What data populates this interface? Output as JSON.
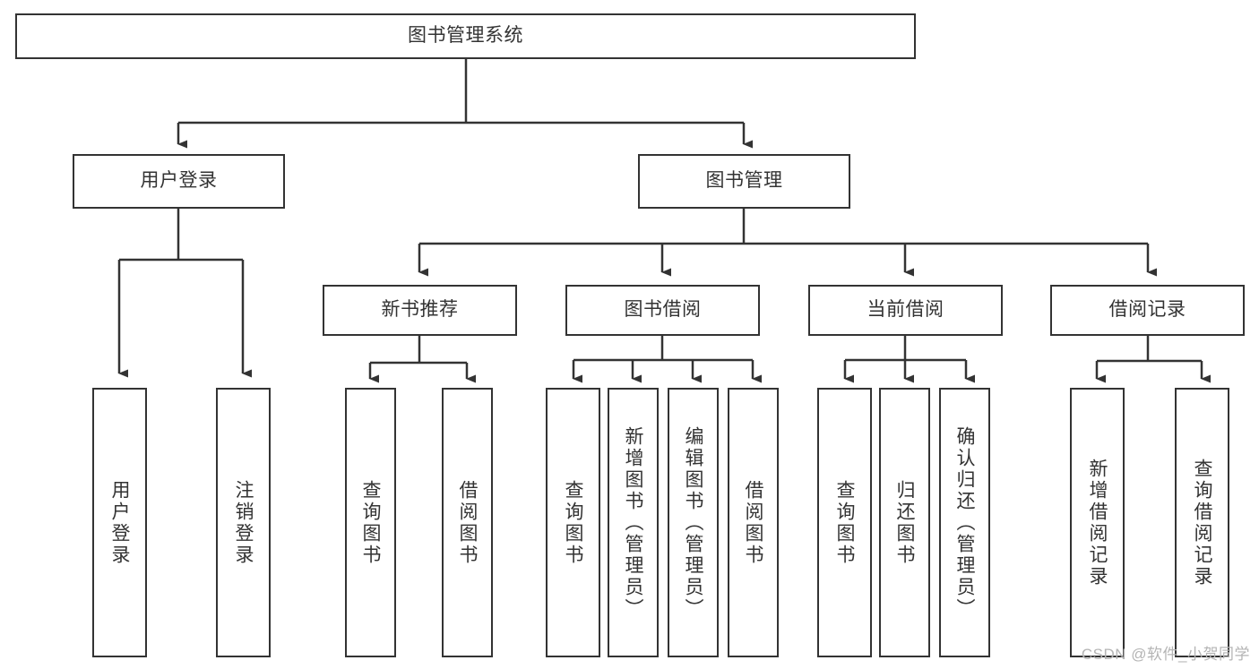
{
  "diagram": {
    "type": "tree-hierarchy",
    "title": "图书管理系统",
    "watermark": "CSDN @软件_小贺同学",
    "colors": {
      "box_border": "#333333",
      "box_fill": "#ffffff",
      "connector": "#333333",
      "text": "#333333",
      "watermark": "#b4b4b4",
      "background": "#ffffff"
    },
    "nodes": {
      "root": {
        "label": "图书管理系统",
        "orientation": "horizontal"
      },
      "level1": [
        {
          "label": "用户登录",
          "orientation": "horizontal"
        },
        {
          "label": "图书管理",
          "orientation": "horizontal"
        }
      ],
      "level2": [
        {
          "label": "新书推荐",
          "orientation": "horizontal"
        },
        {
          "label": "图书借阅",
          "orientation": "horizontal"
        },
        {
          "label": "当前借阅",
          "orientation": "horizontal"
        },
        {
          "label": "借阅记录",
          "orientation": "horizontal"
        }
      ],
      "leaves_user_login": [
        {
          "label": "用户登录",
          "orientation": "vertical"
        },
        {
          "label": "注销登录",
          "orientation": "vertical"
        }
      ],
      "leaves_new_book": [
        {
          "label": "查询图书",
          "orientation": "vertical"
        },
        {
          "label": "借阅图书",
          "orientation": "vertical"
        }
      ],
      "leaves_borrow": [
        {
          "label": "查询图书",
          "orientation": "vertical"
        },
        {
          "label": "新增图书（管理员）",
          "orientation": "vertical"
        },
        {
          "label": "编辑图书（管理员）",
          "orientation": "vertical"
        },
        {
          "label": "借阅图书",
          "orientation": "vertical"
        }
      ],
      "leaves_current": [
        {
          "label": "查询图书",
          "orientation": "vertical"
        },
        {
          "label": "归还图书",
          "orientation": "vertical"
        },
        {
          "label": "确认归还（管理员）",
          "orientation": "vertical"
        }
      ],
      "leaves_records": [
        {
          "label": "新增借阅记录",
          "orientation": "vertical"
        },
        {
          "label": "查询借阅记录",
          "orientation": "vertical"
        }
      ]
    }
  }
}
